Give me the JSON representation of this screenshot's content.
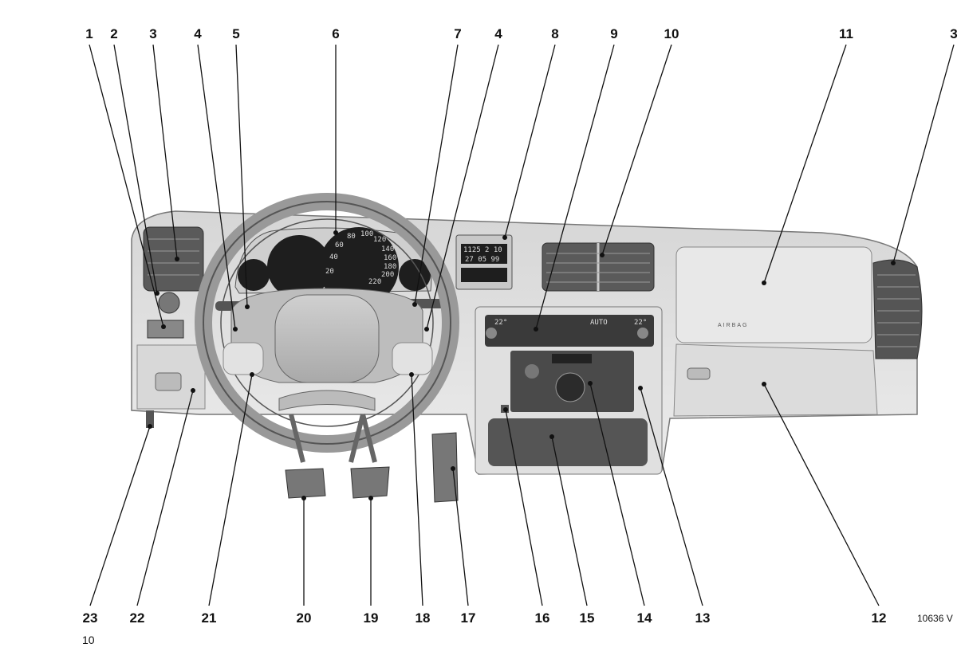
{
  "figure": {
    "top_labels": [
      "1",
      "2",
      "3",
      "4",
      "5",
      "6",
      "7",
      "4",
      "8",
      "9",
      "10",
      "11",
      "3"
    ],
    "bottom_labels": [
      "23",
      "22",
      "21",
      "20",
      "19",
      "18",
      "17",
      "16",
      "15",
      "14",
      "13",
      "12"
    ],
    "figure_code": "10636 V",
    "page_number": "10"
  },
  "dashboard": {
    "clock_time": "1125",
    "temperature": "2 10",
    "date": "27 05 99",
    "climate_left_temp": "22°",
    "climate_right_temp": "22°",
    "climate_mode": "AUTO",
    "airbag_text": "AIRBAG",
    "speedo_ticks": [
      "20",
      "40",
      "60",
      "80",
      "100",
      "120",
      "140",
      "160",
      "180",
      "200",
      "220"
    ]
  },
  "colors": {
    "ink": "#111111",
    "dash_light": "#e4e4e4",
    "dash_mid": "#bdbdbd",
    "dash_dark": "#6f6f6f",
    "display": "#1e1e1e"
  }
}
